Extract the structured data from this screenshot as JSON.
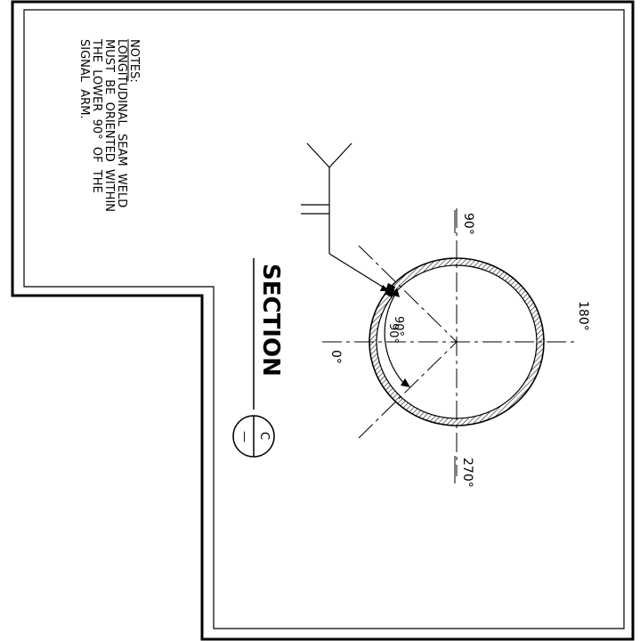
{
  "drawing": {
    "notes": {
      "heading": "NOTES:",
      "lines": [
        "LONGITUDINAL  SEAM  WELD",
        "MUST  BE  ORIENTED  WITHIN",
        "THE  LOWER  90°  OF  THE",
        "SIGNAL  ARM."
      ]
    },
    "section": {
      "title": "SECTION",
      "marker_letter": "C",
      "marker_sheet": "—"
    },
    "angles": {
      "top": "90°",
      "left": "0°",
      "right": "180°",
      "bottom": "270°",
      "arc_label_upper": "90°",
      "arc_label_lower": "90°"
    }
  },
  "colors": {
    "line": "#000000",
    "background": "#ffffff"
  }
}
